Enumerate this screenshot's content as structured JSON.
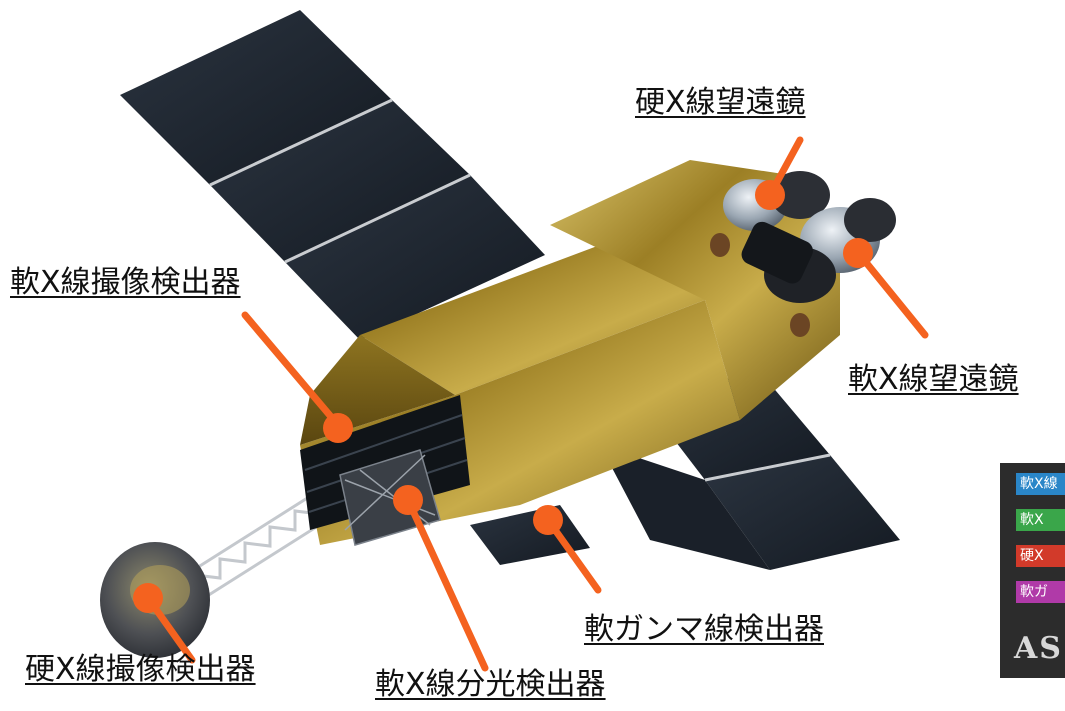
{
  "callouts": {
    "hard_xray_telescope": "硬X線望遠鏡",
    "soft_xray_imager": "軟X線撮像検出器",
    "soft_xray_telescope": "軟X線望遠鏡",
    "soft_gamma_detector": "軟ガンマ線検出器",
    "hard_xray_imager": "硬X線撮像検出器",
    "soft_xray_spectrometer": "軟X線分光検出器"
  },
  "legend": {
    "chips": [
      "軟X線",
      "軟X",
      "硬X",
      "軟ガ"
    ],
    "chip_colors": [
      "#2a86c8",
      "#3aa64a",
      "#d23a2a",
      "#b03aa8"
    ],
    "logo": "AS"
  },
  "colors": {
    "callout_line": "#f4621f",
    "solar_panel": "#1c232d",
    "gold_foil": "#a98d2e",
    "mirror_silver": "#b9c2cc"
  }
}
